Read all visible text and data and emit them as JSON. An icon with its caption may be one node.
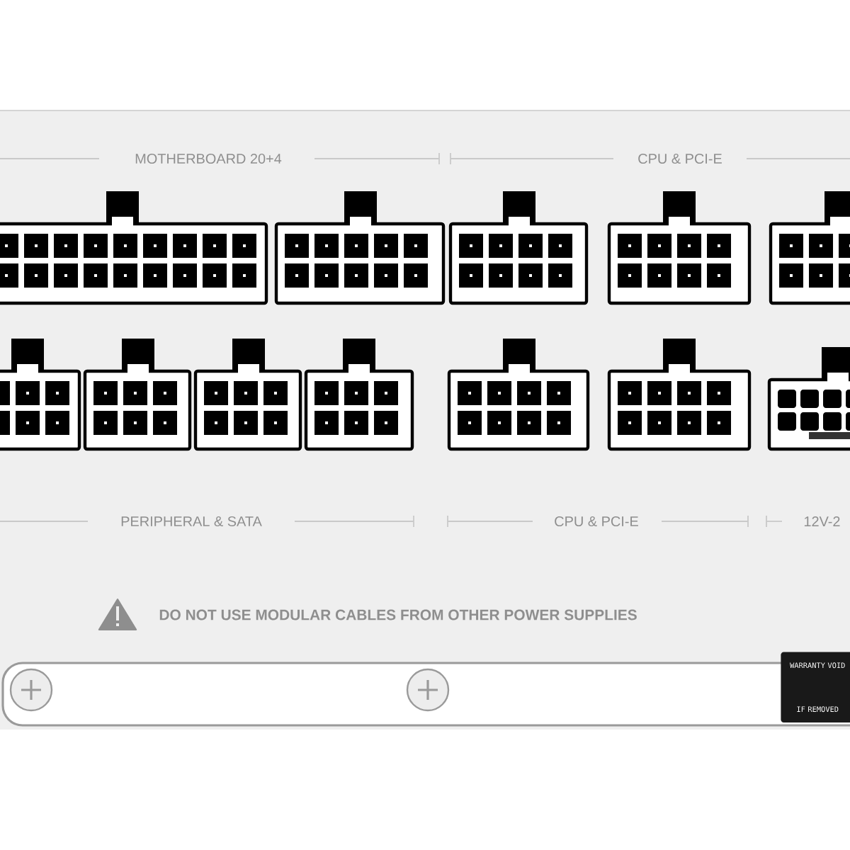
{
  "diagram": {
    "labels": [
      "MOTHERBOARD 20+4",
      "CPU & PCI-E",
      "PERIPHERAL & SATA",
      "CPU & PCI-E",
      "12V-2",
      "DO NOT USE MODULAR CABLES FROM OTHER POWER SUPPLIES",
      "WARRANTY VOID IF REMOVED"
    ]
  }
}
